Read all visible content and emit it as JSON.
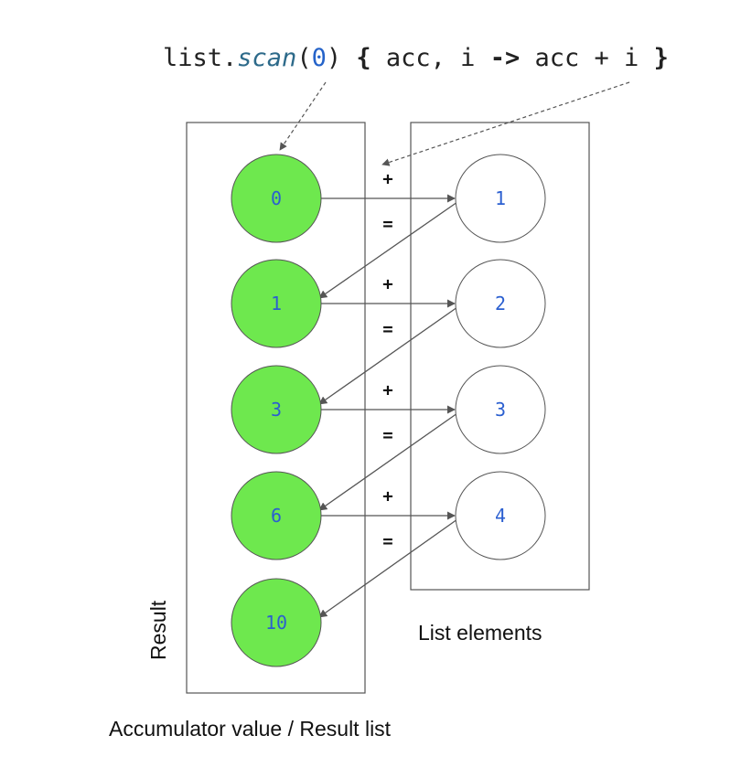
{
  "code": {
    "prefix": "list.",
    "func": "scan",
    "open_paren": "(",
    "initial": "0",
    "close_paren": ")",
    "brace_open": "{",
    "lambda_params": "acc, i",
    "arrow": "->",
    "lambda_body": "acc + i",
    "brace_close": "}"
  },
  "accumulator_values": [
    "0",
    "1",
    "3",
    "6",
    "10"
  ],
  "list_elements": [
    "1",
    "2",
    "3",
    "4"
  ],
  "ops": {
    "plus": "+",
    "equals": "="
  },
  "captions": {
    "left_bottom": "Accumulator value / Result list",
    "right_bottom": "List elements",
    "left_vertical": "Result"
  },
  "colors": {
    "accumulator_fill": "#6ee84e",
    "element_fill": "#ffffff",
    "number_text": "#2b5fd0"
  }
}
